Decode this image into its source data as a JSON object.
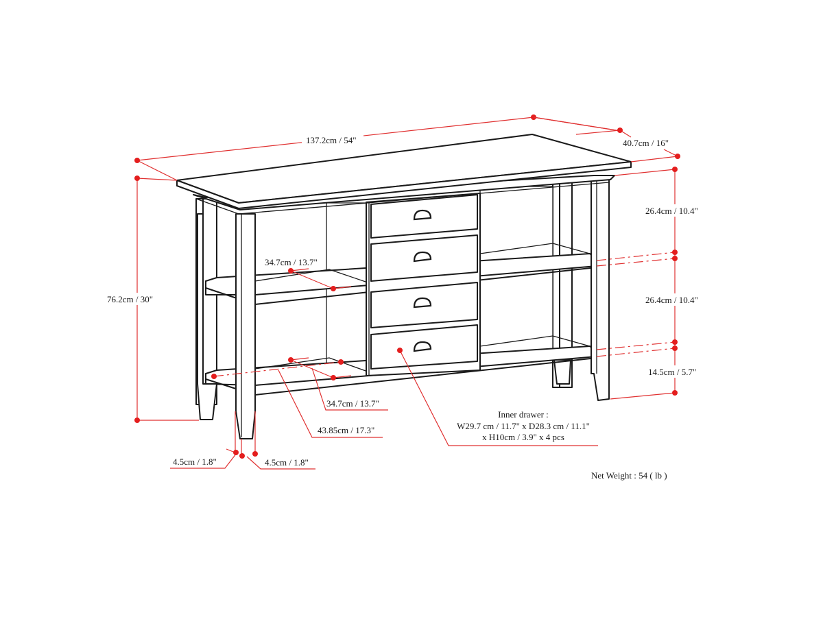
{
  "diagram": {
    "subject": "Console table with 4 drawers and open shelves",
    "line_color": "#1a1a1a",
    "dimension_color": "#e03030"
  },
  "dimensions": {
    "width": "137.2cm / 54\"",
    "depth": "40.7cm / 16\"",
    "height": "76.2cm / 30\"",
    "upper_clearance": "26.4cm / 10.4\"",
    "middle_clearance": "26.4cm / 10.4\"",
    "bottom_clearance": "14.5cm / 5.7\"",
    "middle_shelf_depth": "34.7cm / 13.7\"",
    "bottom_shelf_depth": "34.7cm / 13.7\"",
    "bottom_shelf_width": "43.85cm / 17.3\"",
    "leg_width_left": "4.5cm / 1.8\"",
    "leg_width_right": "4.5cm / 1.8\""
  },
  "inner_drawer": {
    "title": "Inner drawer :",
    "line1": "W29.7 cm / 11.7\" x D28.3 cm / 11.1\"",
    "line2": "x H10cm / 3.9\" x 4 pcs"
  },
  "net_weight": "Net Weight : 54 ( lb )"
}
